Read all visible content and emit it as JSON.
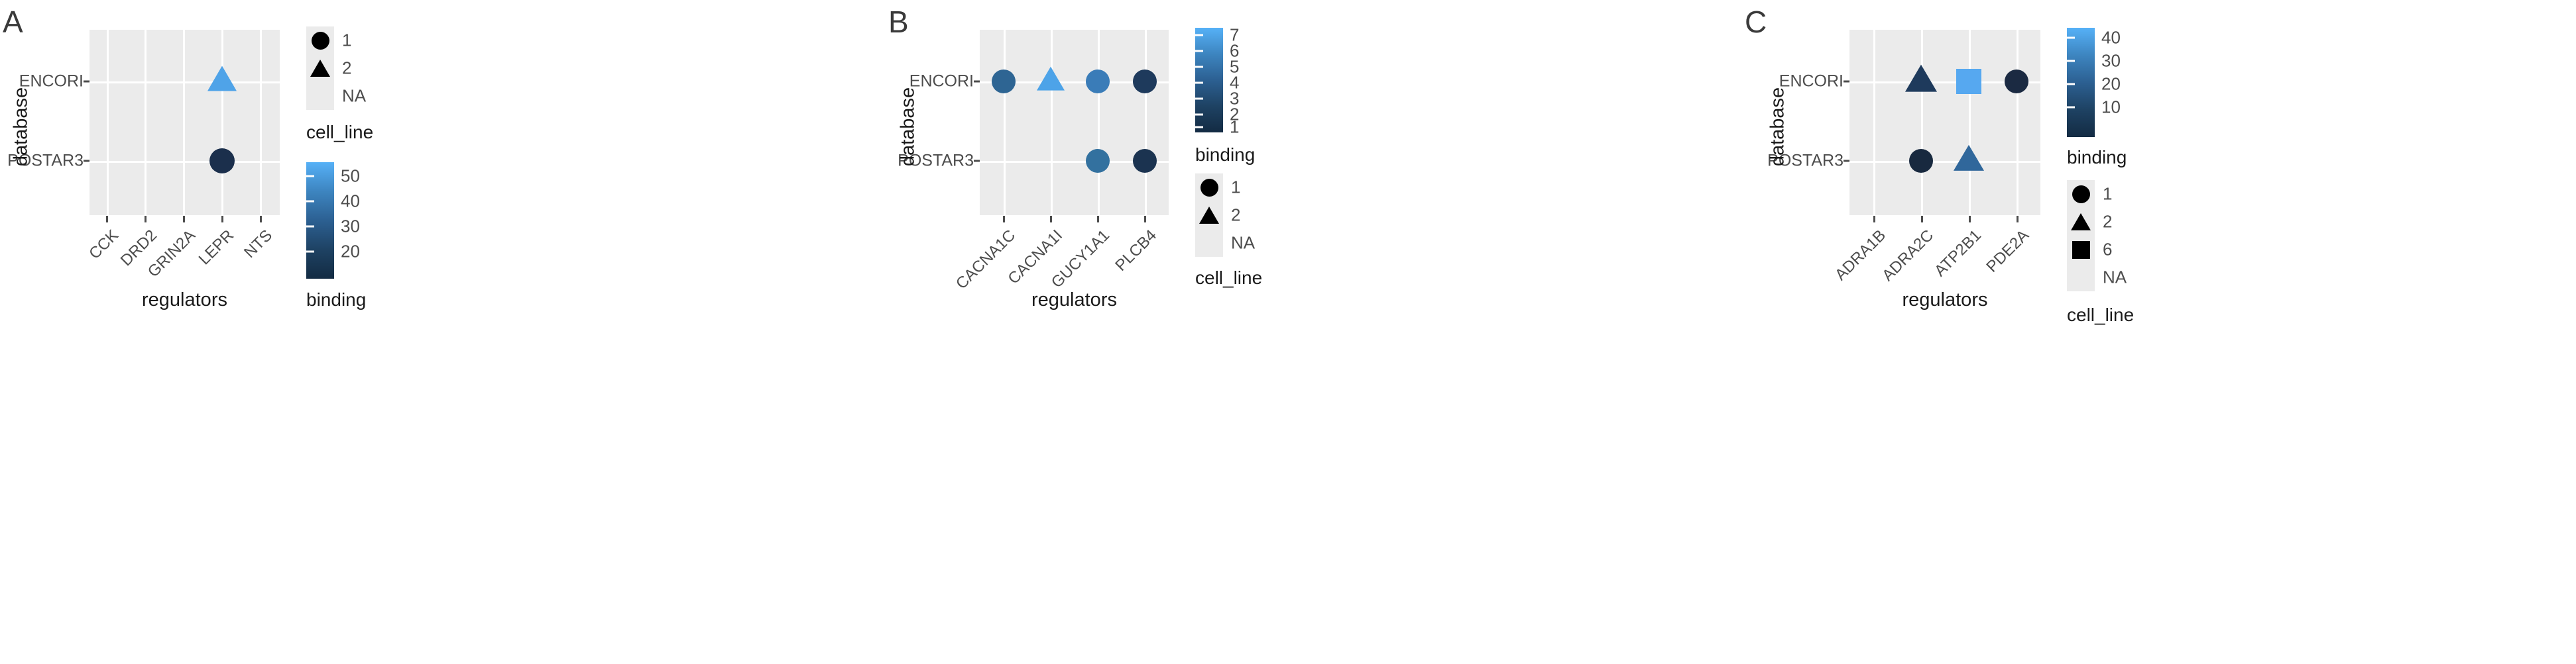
{
  "figure": {
    "panels": [
      {
        "letter": "A",
        "axis_x_title": "regulators",
        "axis_y_title": "database",
        "y_categories": [
          "ENCORI",
          "POSTAR3"
        ],
        "x_categories": [
          "CCK",
          "DRD2",
          "GRIN2A",
          "LEPR",
          "NTS"
        ],
        "shape_legend": {
          "title": "cell_line",
          "items": [
            {
              "shape": "circle",
              "label": "1"
            },
            {
              "shape": "triangle",
              "label": "2"
            },
            {
              "shape": "none",
              "label": "NA"
            }
          ]
        },
        "color_legend": {
          "title": "binding",
          "ticks": [
            20,
            30,
            40,
            50
          ],
          "range": [
            13,
            55
          ],
          "low_color": "#132B43",
          "high_color": "#56B1F7"
        },
        "points": [
          {
            "x": "LEPR",
            "y": "ENCORI",
            "shape": "triangle",
            "cell_line": 2,
            "binding": 50,
            "color": "#4FA3E8"
          },
          {
            "x": "LEPR",
            "y": "POSTAR3",
            "shape": "circle",
            "cell_line": 1,
            "binding": 15,
            "color": "#1B2F4C"
          }
        ]
      },
      {
        "letter": "B",
        "axis_x_title": "regulators",
        "axis_y_title": "database",
        "y_categories": [
          "ENCORI",
          "POSTAR3"
        ],
        "x_categories": [
          "CACNA1C",
          "CACNA1I",
          "GUCY1A1",
          "PLCB4"
        ],
        "shape_legend": {
          "title": "cell_line",
          "items": [
            {
              "shape": "circle",
              "label": "1"
            },
            {
              "shape": "triangle",
              "label": "2"
            },
            {
              "shape": "none",
              "label": "NA"
            }
          ]
        },
        "color_legend": {
          "title": "binding",
          "ticks": [
            1,
            2,
            3,
            4,
            5,
            6,
            7
          ],
          "range": [
            1,
            7
          ],
          "low_color": "#132B43",
          "high_color": "#56B1F7"
        },
        "points": [
          {
            "x": "CACNA1C",
            "y": "ENCORI",
            "shape": "circle",
            "cell_line": 1,
            "binding": 4,
            "color": "#2E6593"
          },
          {
            "x": "CACNA1I",
            "y": "ENCORI",
            "shape": "triangle",
            "cell_line": 2,
            "binding": 7,
            "color": "#4DA3E8"
          },
          {
            "x": "GUCY1A1",
            "y": "ENCORI",
            "shape": "circle",
            "cell_line": 1,
            "binding": 4.5,
            "color": "#3A7CB8"
          },
          {
            "x": "PLCB4",
            "y": "ENCORI",
            "shape": "circle",
            "cell_line": 1,
            "binding": 1.5,
            "color": "#1E3A5C"
          },
          {
            "x": "GUCY1A1",
            "y": "POSTAR3",
            "shape": "circle",
            "cell_line": 1,
            "binding": 4.2,
            "color": "#33719F"
          },
          {
            "x": "PLCB4",
            "y": "POSTAR3",
            "shape": "circle",
            "cell_line": 1,
            "binding": 1.3,
            "color": "#1B3350"
          }
        ]
      },
      {
        "letter": "C",
        "axis_x_title": "regulators",
        "axis_y_title": "database",
        "y_categories": [
          "ENCORI",
          "POSTAR3"
        ],
        "x_categories": [
          "ADRA1B",
          "ADRA2C",
          "ATP2B1",
          "PDE2A"
        ],
        "shape_legend": {
          "title": "cell_line",
          "items": [
            {
              "shape": "circle",
              "label": "1"
            },
            {
              "shape": "triangle",
              "label": "2"
            },
            {
              "shape": "square",
              "label": "6"
            },
            {
              "shape": "none",
              "label": "NA"
            }
          ]
        },
        "color_legend": {
          "title": "binding",
          "ticks": [
            10,
            20,
            30,
            40
          ],
          "range": [
            1,
            44
          ],
          "low_color": "#132B43",
          "high_color": "#56B1F7"
        },
        "points": [
          {
            "x": "ADRA2C",
            "y": "ENCORI",
            "shape": "triangle",
            "cell_line": 2,
            "binding": 4,
            "color": "#1E3A5C"
          },
          {
            "x": "ATP2B1",
            "y": "ENCORI",
            "shape": "square",
            "cell_line": 6,
            "binding": 42,
            "color": "#56A8F0"
          },
          {
            "x": "PDE2A",
            "y": "ENCORI",
            "shape": "circle",
            "cell_line": 1,
            "binding": 2,
            "color": "#1B2A42"
          },
          {
            "x": "ADRA2C",
            "y": "POSTAR3",
            "shape": "circle",
            "cell_line": 1,
            "binding": 2,
            "color": "#18293F"
          },
          {
            "x": "ATP2B1",
            "y": "POSTAR3",
            "shape": "triangle",
            "cell_line": 2,
            "binding": 17,
            "color": "#30679B"
          }
        ]
      }
    ]
  },
  "chart_data": {
    "type": "scatter",
    "title": "",
    "subtitle": "",
    "xlabel": "regulators",
    "ylabel": "database",
    "grid": true,
    "legend_position": "right",
    "panels": [
      {
        "panel": "A",
        "x": [
          "CCK",
          "DRD2",
          "GRIN2A",
          "LEPR",
          "NTS"
        ],
        "y": [
          "ENCORI",
          "POSTAR3"
        ],
        "points": [
          {
            "regulator": "LEPR",
            "database": "ENCORI",
            "cell_line": 2,
            "binding": 50
          },
          {
            "regulator": "LEPR",
            "database": "POSTAR3",
            "cell_line": 1,
            "binding": 15
          }
        ],
        "color_scale": {
          "name": "binding",
          "ticks": [
            20,
            30,
            40,
            50
          ],
          "min": 13,
          "max": 55
        },
        "shape_scale": {
          "name": "cell_line",
          "values": [
            "1",
            "2",
            "NA"
          ]
        }
      },
      {
        "panel": "B",
        "x": [
          "CACNA1C",
          "CACNA1I",
          "GUCY1A1",
          "PLCB4"
        ],
        "y": [
          "ENCORI",
          "POSTAR3"
        ],
        "points": [
          {
            "regulator": "CACNA1C",
            "database": "ENCORI",
            "cell_line": 1,
            "binding": 4
          },
          {
            "regulator": "CACNA1I",
            "database": "ENCORI",
            "cell_line": 2,
            "binding": 7
          },
          {
            "regulator": "GUCY1A1",
            "database": "ENCORI",
            "cell_line": 1,
            "binding": 4.5
          },
          {
            "regulator": "PLCB4",
            "database": "ENCORI",
            "cell_line": 1,
            "binding": 1.5
          },
          {
            "regulator": "GUCY1A1",
            "database": "POSTAR3",
            "cell_line": 1,
            "binding": 4.2
          },
          {
            "regulator": "PLCB4",
            "database": "POSTAR3",
            "cell_line": 1,
            "binding": 1.3
          }
        ],
        "color_scale": {
          "name": "binding",
          "ticks": [
            1,
            2,
            3,
            4,
            5,
            6,
            7
          ],
          "min": 1,
          "max": 7
        },
        "shape_scale": {
          "name": "cell_line",
          "values": [
            "1",
            "2",
            "NA"
          ]
        }
      },
      {
        "panel": "C",
        "x": [
          "ADRA1B",
          "ADRA2C",
          "ATP2B1",
          "PDE2A"
        ],
        "y": [
          "ENCORI",
          "POSTAR3"
        ],
        "points": [
          {
            "regulator": "ADRA2C",
            "database": "ENCORI",
            "cell_line": 2,
            "binding": 4
          },
          {
            "regulator": "ATP2B1",
            "database": "ENCORI",
            "cell_line": 6,
            "binding": 42
          },
          {
            "regulator": "PDE2A",
            "database": "ENCORI",
            "cell_line": 1,
            "binding": 2
          },
          {
            "regulator": "ADRA2C",
            "database": "POSTAR3",
            "cell_line": 1,
            "binding": 2
          },
          {
            "regulator": "ATP2B1",
            "database": "POSTAR3",
            "cell_line": 2,
            "binding": 17
          }
        ],
        "color_scale": {
          "name": "binding",
          "ticks": [
            10,
            20,
            30,
            40
          ],
          "min": 1,
          "max": 44
        },
        "shape_scale": {
          "name": "cell_line",
          "values": [
            "1",
            "2",
            "6",
            "NA"
          ]
        }
      }
    ]
  }
}
